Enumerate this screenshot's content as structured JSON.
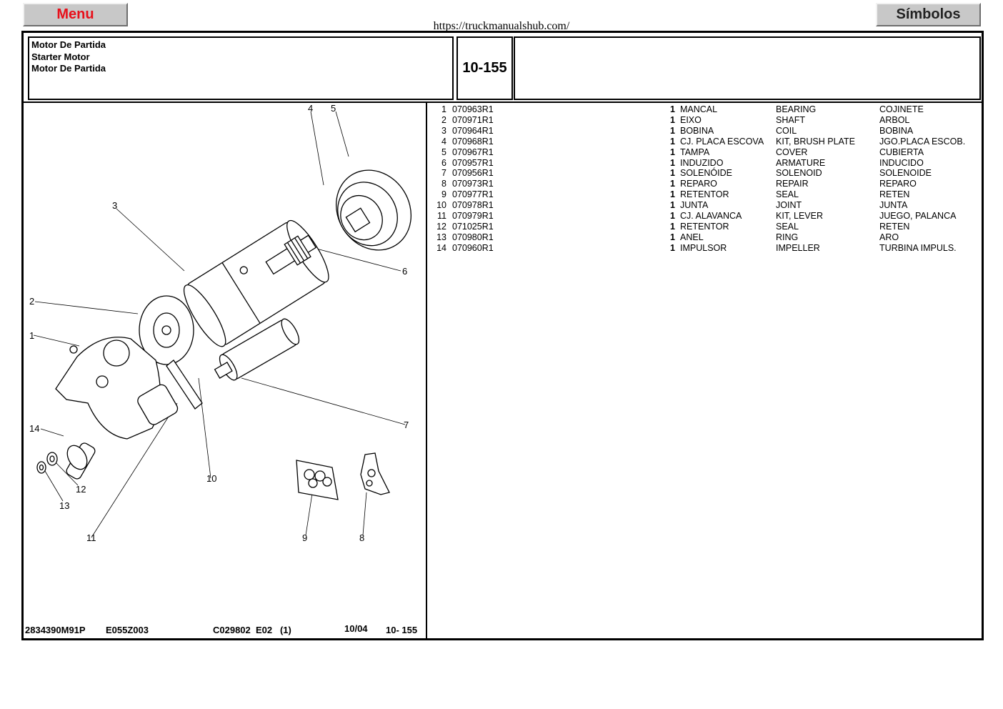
{
  "top": {
    "menu_label": "Menu",
    "symbols_label": "Símbolos",
    "url": "https://truckmanualshub.com/"
  },
  "header": {
    "title_lines": [
      "Motor De Partida",
      "Starter Motor",
      "Motor De Partida"
    ],
    "page_code": "10-155"
  },
  "diagram": {
    "callouts": [
      "4",
      "5",
      "3",
      "6",
      "2",
      "1",
      "7",
      "14",
      "12",
      "10",
      "13",
      "11",
      "9",
      "8"
    ]
  },
  "footer": {
    "drawing_no": "2834390M91P",
    "ref": "E055Z003",
    "code": "C029802  E02   (1)",
    "date": "10/04",
    "page": "10- 155"
  },
  "parts": [
    {
      "num": "1",
      "part": "070963R1",
      "qty": "1",
      "pt": "MANCAL",
      "en": "BEARING",
      "es": "COJINETE"
    },
    {
      "num": "2",
      "part": "070971R1",
      "qty": "1",
      "pt": "EIXO",
      "en": "SHAFT",
      "es": "ARBOL"
    },
    {
      "num": "3",
      "part": "070964R1",
      "qty": "1",
      "pt": "BOBINA",
      "en": "COIL",
      "es": "BOBINA"
    },
    {
      "num": "4",
      "part": "070968R1",
      "qty": "1",
      "pt": "CJ. PLACA ESCOVA",
      "en": "KIT, BRUSH PLATE",
      "es": "JGO.PLACA ESCOB."
    },
    {
      "num": "5",
      "part": "070967R1",
      "qty": "1",
      "pt": "TAMPA",
      "en": "COVER",
      "es": "CUBIERTA"
    },
    {
      "num": "6",
      "part": "070957R1",
      "qty": "1",
      "pt": "INDUZIDO",
      "en": "ARMATURE",
      "es": "INDUCIDO"
    },
    {
      "num": "7",
      "part": "070956R1",
      "qty": "1",
      "pt": "SOLENÓIDE",
      "en": "SOLENOID",
      "es": "SOLENOIDE"
    },
    {
      "num": "8",
      "part": "070973R1",
      "qty": "1",
      "pt": "REPARO",
      "en": "REPAIR",
      "es": "REPARO"
    },
    {
      "num": "9",
      "part": "070977R1",
      "qty": "1",
      "pt": "RETENTOR",
      "en": "SEAL",
      "es": "RETEN"
    },
    {
      "num": "10",
      "part": "070978R1",
      "qty": "1",
      "pt": "JUNTA",
      "en": "JOINT",
      "es": "JUNTA"
    },
    {
      "num": "11",
      "part": "070979R1",
      "qty": "1",
      "pt": "CJ. ALAVANCA",
      "en": "KIT, LEVER",
      "es": "JUEGO, PALANCA"
    },
    {
      "num": "12",
      "part": "071025R1",
      "qty": "1",
      "pt": "RETENTOR",
      "en": "SEAL",
      "es": "RETEN"
    },
    {
      "num": "13",
      "part": "070980R1",
      "qty": "1",
      "pt": "ANEL",
      "en": "RING",
      "es": "ARO"
    },
    {
      "num": "14",
      "part": "070960R1",
      "qty": "1",
      "pt": "IMPULSOR",
      "en": "IMPELLER",
      "es": "TURBINA IMPULS."
    }
  ]
}
